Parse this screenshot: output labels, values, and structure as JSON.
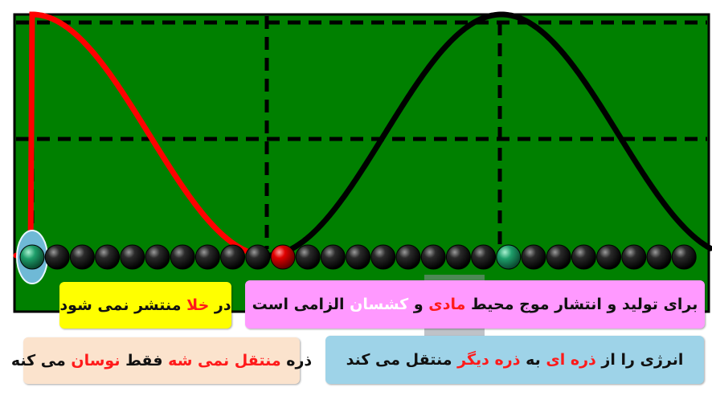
{
  "colors": {
    "background": "#008000",
    "wave_red": "#ff0000",
    "wave_black": "#000000",
    "ball_black": "#111111",
    "ball_red": "#e00000",
    "ball_green": "#1e9e6a"
  },
  "diagram": {
    "particle_count": 27,
    "red_particle_index": 10,
    "green_particle_indices": [
      0,
      19
    ]
  },
  "labels": {
    "box_vacuum": {
      "prefix": "در ",
      "highlight": "خلا",
      "suffix": " منتشر نمی شود",
      "bg": "#ffff00"
    },
    "box_medium": {
      "part1": "برای تولید و انتشار موج محیط ",
      "highlight1": "مادی",
      "part2": " و ",
      "highlight2": "کشسان",
      "part3": " الزامی است",
      "bg": "#ff99ff"
    },
    "box_particle": {
      "part1": "ذره ",
      "highlight1": "منتقل نمی شه",
      "part2": " فقط ",
      "highlight2": "نوسان",
      "part3": " می کنه",
      "bg": "#fbe3cd"
    },
    "box_energy": {
      "part1": "انرژی را از ",
      "highlight1": "ذره ای",
      "part2": " به ",
      "highlight2": "ذره دیگر",
      "part3": " منتقل می کند",
      "bg": "#9ed3e8"
    }
  }
}
